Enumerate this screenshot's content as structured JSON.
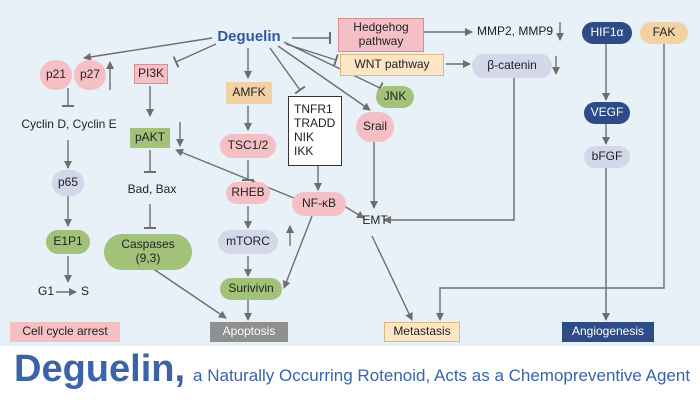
{
  "diagram": {
    "center": "Deguelin",
    "nodes": {
      "p21": "p21",
      "p27": "p27",
      "cyclin": "Cyclin D, Cyclin E",
      "p65": "p65",
      "e1p1": "E1P1",
      "g1": "G1",
      "s": "S",
      "pi3k": "PI3K",
      "pakt": "pAKT",
      "badbax": "Bad, Bax",
      "caspases": "Caspases\n(9,3)",
      "amfk": "AMFK",
      "tsc": "TSC1/2",
      "rheb": "RHEB",
      "mtorc": "mTORC",
      "surivivin": "Surivivin",
      "tnfr_lines": [
        "TNFR1",
        "TRADD",
        "NIK",
        "IKK"
      ],
      "nfkb": "NF-κB",
      "jnk": "JNK",
      "srail": "Srail",
      "emt": "EMT",
      "hedgehog": "Hedgehog\npathway",
      "wnt": "WNT pathway",
      "mmp": "MMP2, MMP9",
      "bcatenin": "β-catenin",
      "hif": "HIF1α",
      "fak": "FAK",
      "vegf": "VEGF",
      "bfgf": "bFGF"
    },
    "outcomes": {
      "cell_cycle": "Cell cycle arrest",
      "apoptosis": "Apoptosis",
      "metastasis": "Metastasis",
      "angiogenesis": "Angiogenesis"
    }
  },
  "title": {
    "main": "Deguelin,",
    "sub": "a Naturally Occurring Rotenoid, Acts as a Chemopreventive Agent"
  },
  "colors": {
    "panel_bg": "#e9f1f8",
    "title_blue": "#3b63a8",
    "arrow": "#6e6e6e"
  }
}
